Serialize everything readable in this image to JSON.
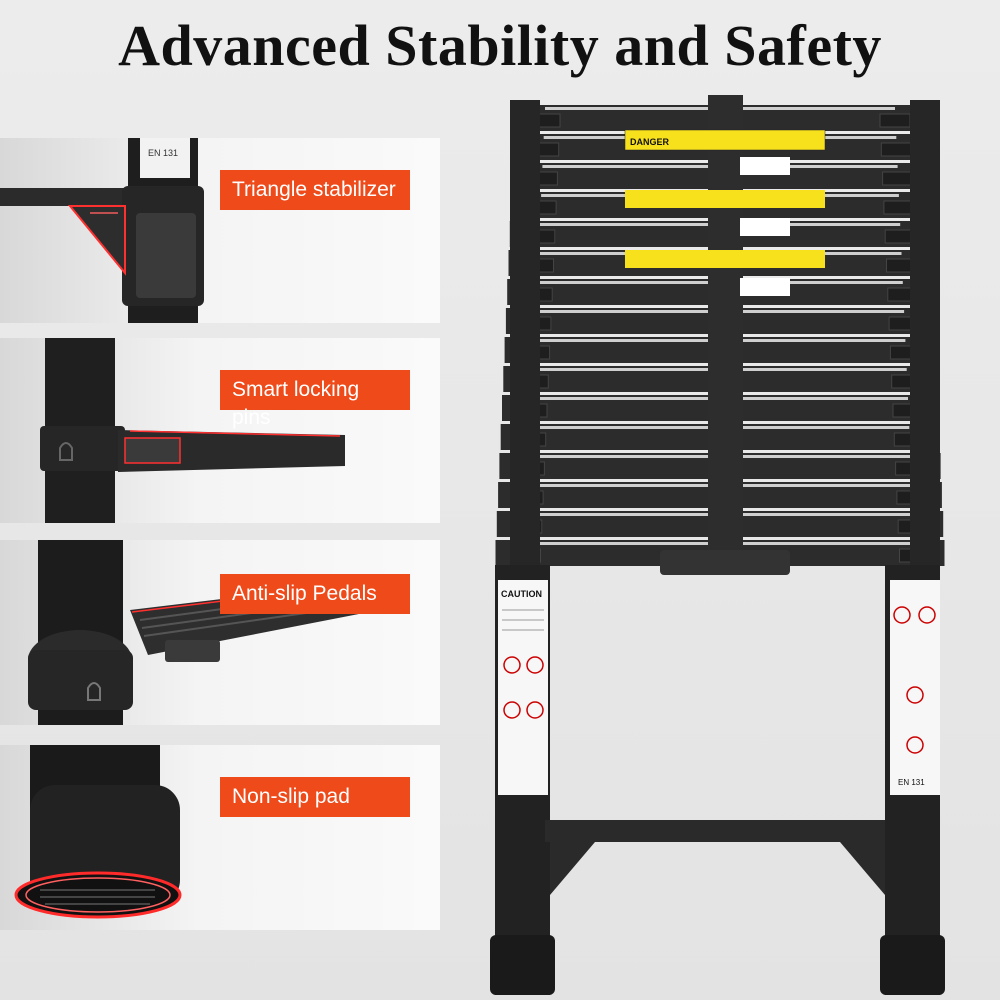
{
  "title": "Advanced Stability and Safety",
  "features": [
    {
      "label": "Triangle stabilizer",
      "icon": "triangle-stabilizer-photo"
    },
    {
      "label": "Smart locking pins",
      "icon": "locking-pin-photo"
    },
    {
      "label": "Anti-slip Pedals",
      "icon": "anti-slip-pedal-photo"
    },
    {
      "label": "Non-slip pad",
      "icon": "non-slip-pad-photo"
    }
  ],
  "ladder": {
    "rung_count": 16,
    "danger_label": "DANGER",
    "caution_label": "CAUTION",
    "standard_label": "EN 131"
  },
  "colors": {
    "accent": "#ee4a1a",
    "ladder": "#2a2a2a",
    "warning": "#f7e01c",
    "highlight_red": "#ff2a2a"
  }
}
